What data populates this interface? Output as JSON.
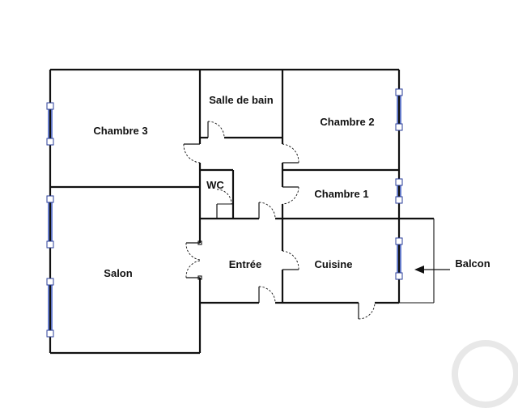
{
  "rooms": {
    "chambre3": "Chambre 3",
    "salle_de_bain": "Salle de bain",
    "chambre2": "Chambre 2",
    "wc": "WC",
    "chambre1": "Chambre 1",
    "salon": "Salon",
    "entree": "Entrée",
    "cuisine": "Cuisine"
  },
  "annotations": {
    "balcon": "Balcon"
  },
  "colors": {
    "walls": "#111111",
    "windows": "#3050c0",
    "background": "#ffffff"
  },
  "icons": {
    "balcony_pointer": "arrow-left-icon"
  }
}
